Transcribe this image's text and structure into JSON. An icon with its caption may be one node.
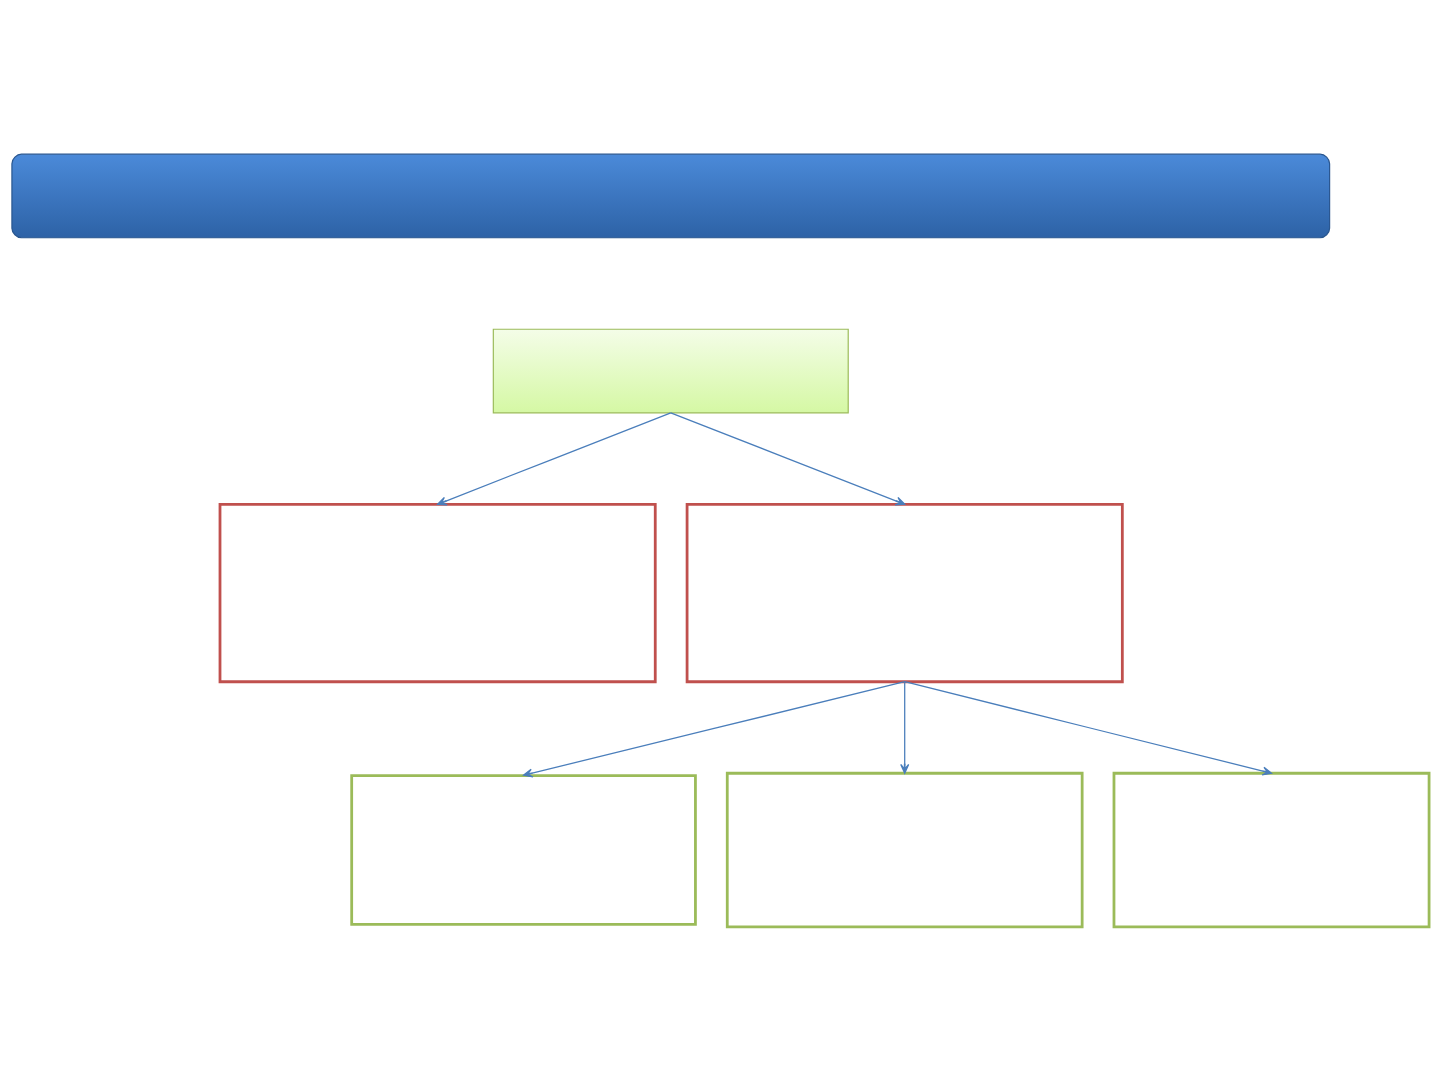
{
  "diagram": {
    "nodes": [
      {
        "text": [],
        "shape": "bar"
      },
      {
        "text": [],
        "shape": "box"
      },
      {
        "text": [],
        "shape": "box"
      },
      {
        "text": [],
        "shape": "box"
      },
      {
        "text": [],
        "shape": "box"
      },
      {
        "text": [],
        "shape": "box"
      },
      {
        "text": [],
        "shape": "box"
      }
    ],
    "edges": [
      {
        "from": 1,
        "to": 2,
        "arrow": "to"
      },
      {
        "from": 1,
        "to": 3,
        "arrow": "to"
      },
      {
        "from": 3,
        "to": 4,
        "arrow": "to"
      },
      {
        "from": 3,
        "to": 5,
        "arrow": "to"
      },
      {
        "from": 3,
        "to": 6,
        "arrow": "to"
      }
    ]
  }
}
